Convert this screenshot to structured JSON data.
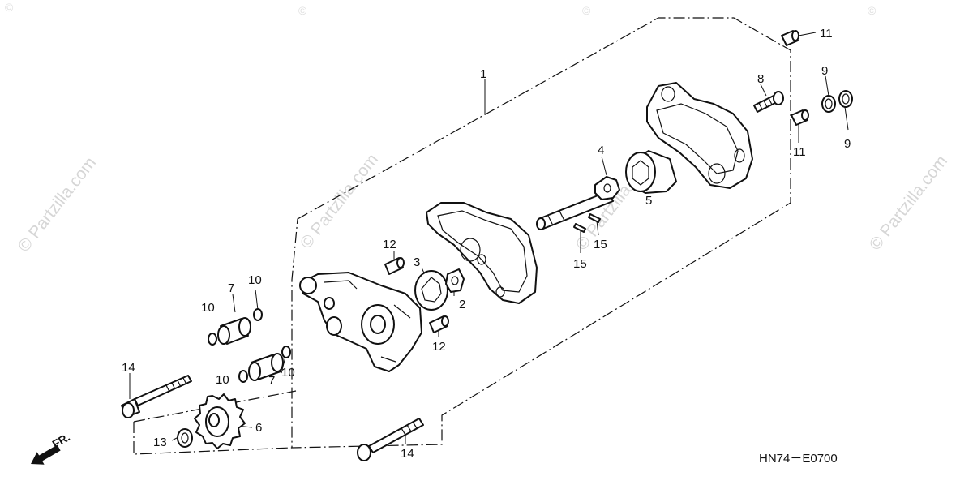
{
  "watermark": {
    "text": "© Partzilla.com",
    "corner_mark": "©"
  },
  "diagram_code": "HN74－E0700",
  "front_indicator": {
    "label": "FR.",
    "icon": "front-arrow-icon"
  },
  "callouts": [
    {
      "id": "c1",
      "label": "1",
      "part": "oil-pump-assembly"
    },
    {
      "id": "c2",
      "label": "2",
      "part": "inner-rotor-small"
    },
    {
      "id": "c3",
      "label": "3",
      "part": "outer-rotor-feed"
    },
    {
      "id": "c4",
      "label": "4",
      "part": "inner-rotor-scavenge"
    },
    {
      "id": "c5",
      "label": "5",
      "part": "outer-rotor-scavenge"
    },
    {
      "id": "c6",
      "label": "6",
      "part": "drive-gear"
    },
    {
      "id": "c7a",
      "label": "7",
      "part": "dowel-collar-upper"
    },
    {
      "id": "c7b",
      "label": "7",
      "part": "dowel-collar-lower"
    },
    {
      "id": "c8",
      "label": "8",
      "part": "screw"
    },
    {
      "id": "c9a",
      "label": "9",
      "part": "o-ring-outer"
    },
    {
      "id": "c9b",
      "label": "9",
      "part": "o-ring-inner"
    },
    {
      "id": "c10a",
      "label": "10",
      "part": "o-ring-a"
    },
    {
      "id": "c10b",
      "label": "10",
      "part": "o-ring-b"
    },
    {
      "id": "c10c",
      "label": "10",
      "part": "o-ring-c"
    },
    {
      "id": "c10d",
      "label": "10",
      "part": "o-ring-d"
    },
    {
      "id": "c11a",
      "label": "11",
      "part": "dowel-pin-top"
    },
    {
      "id": "c11b",
      "label": "11",
      "part": "dowel-pin-lower"
    },
    {
      "id": "c12a",
      "label": "12",
      "part": "dowel-pin-a"
    },
    {
      "id": "c12b",
      "label": "12",
      "part": "dowel-pin-b"
    },
    {
      "id": "c13",
      "label": "13",
      "part": "snap-ring"
    },
    {
      "id": "c14a",
      "label": "14",
      "part": "bolt-upper"
    },
    {
      "id": "c14b",
      "label": "14",
      "part": "bolt-lower"
    },
    {
      "id": "c15a",
      "label": "15",
      "part": "pin-a"
    },
    {
      "id": "c15b",
      "label": "15",
      "part": "pin-b"
    }
  ]
}
